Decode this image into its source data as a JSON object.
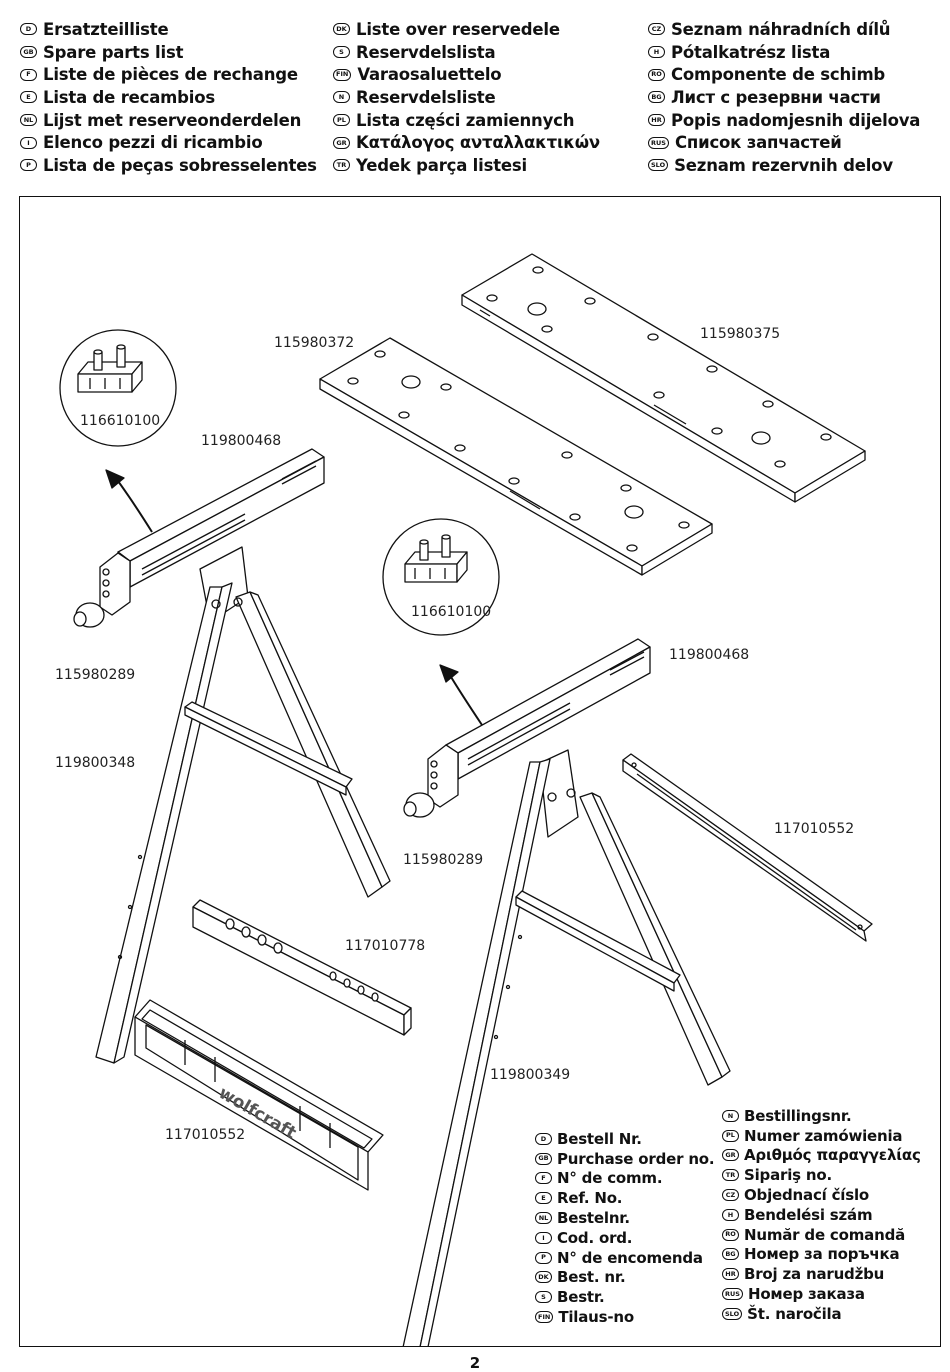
{
  "languages": {
    "col1": [
      {
        "code": "D",
        "label": "Ersatzteilliste"
      },
      {
        "code": "GB",
        "label": "Spare parts list"
      },
      {
        "code": "F",
        "label": "Liste de pièces de rechange"
      },
      {
        "code": "E",
        "label": "Lista de recambios"
      },
      {
        "code": "NL",
        "label": "Lijst met reserveonderdelen"
      },
      {
        "code": "I",
        "label": "Elenco pezzi di ricambio"
      },
      {
        "code": "P",
        "label": "Lista de peças sobresselentes"
      }
    ],
    "col2": [
      {
        "code": "DK",
        "label": "Liste over reservedele"
      },
      {
        "code": "S",
        "label": "Reservdelslista"
      },
      {
        "code": "FIN",
        "label": "Varaosaluettelo"
      },
      {
        "code": "N",
        "label": "Reservdelsliste"
      },
      {
        "code": "PL",
        "label": "Lista części zamiennych"
      },
      {
        "code": "GR",
        "label": "Κατάλογος ανταλλακτικών"
      },
      {
        "code": "TR",
        "label": "Yedek parça listesi"
      }
    ],
    "col3": [
      {
        "code": "CZ",
        "label": "Seznam náhradních dílů"
      },
      {
        "code": "H",
        "label": "Pótalkatrész lista"
      },
      {
        "code": "RO",
        "label": "Componente de schimb"
      },
      {
        "code": "BG",
        "label": "Лист с резервни части"
      },
      {
        "code": "HR",
        "label": "Popis nadomjesnih dijelova"
      },
      {
        "code": "RUS",
        "label": "Список запчастей"
      },
      {
        "code": "SLO",
        "label": "Seznam rezervnih delov"
      }
    ]
  },
  "parts": {
    "p372": "115980372",
    "p375": "115980375",
    "clamp_left": "116610100",
    "rail_left": "119800468",
    "knob_left": "115980289",
    "frame_left": "119800348",
    "clamp_right": "116610100",
    "rail_right": "119800468",
    "knob_right": "115980289",
    "brace_right": "117010552",
    "brace_middle": "117010778",
    "frame_right": "119800349",
    "brace_left": "117010552"
  },
  "brand": "wolfcraft",
  "order_numbers": {
    "col1": [
      {
        "code": "D",
        "label": "Bestell Nr."
      },
      {
        "code": "GB",
        "label": "Purchase order no."
      },
      {
        "code": "F",
        "label": "N° de comm."
      },
      {
        "code": "E",
        "label": "Ref. No."
      },
      {
        "code": "NL",
        "label": "Bestelnr."
      },
      {
        "code": "I",
        "label": "Cod. ord."
      },
      {
        "code": "P",
        "label": "N° de encomenda"
      },
      {
        "code": "DK",
        "label": "Best. nr."
      },
      {
        "code": "S",
        "label": "Bestr."
      },
      {
        "code": "FIN",
        "label": "Tilaus-no"
      }
    ],
    "col2": [
      {
        "code": "N",
        "label": "Bestillingsnr."
      },
      {
        "code": "PL",
        "label": "Numer zamówienia"
      },
      {
        "code": "GR",
        "label": "Αριθμός παραγγελίας"
      },
      {
        "code": "TR",
        "label": "Sipariş no."
      },
      {
        "code": "CZ",
        "label": "Objednací číslo"
      },
      {
        "code": "H",
        "label": "Bendelési szám"
      },
      {
        "code": "RO",
        "label": "Număr de comandă"
      },
      {
        "code": "BG",
        "label": "Номер за поръчка"
      },
      {
        "code": "HR",
        "label": "Broj za narudžbu"
      },
      {
        "code": "RUS",
        "label": "Номер заказа"
      },
      {
        "code": "SLO",
        "label": "Št. naročila"
      }
    ]
  },
  "page_number": "2"
}
